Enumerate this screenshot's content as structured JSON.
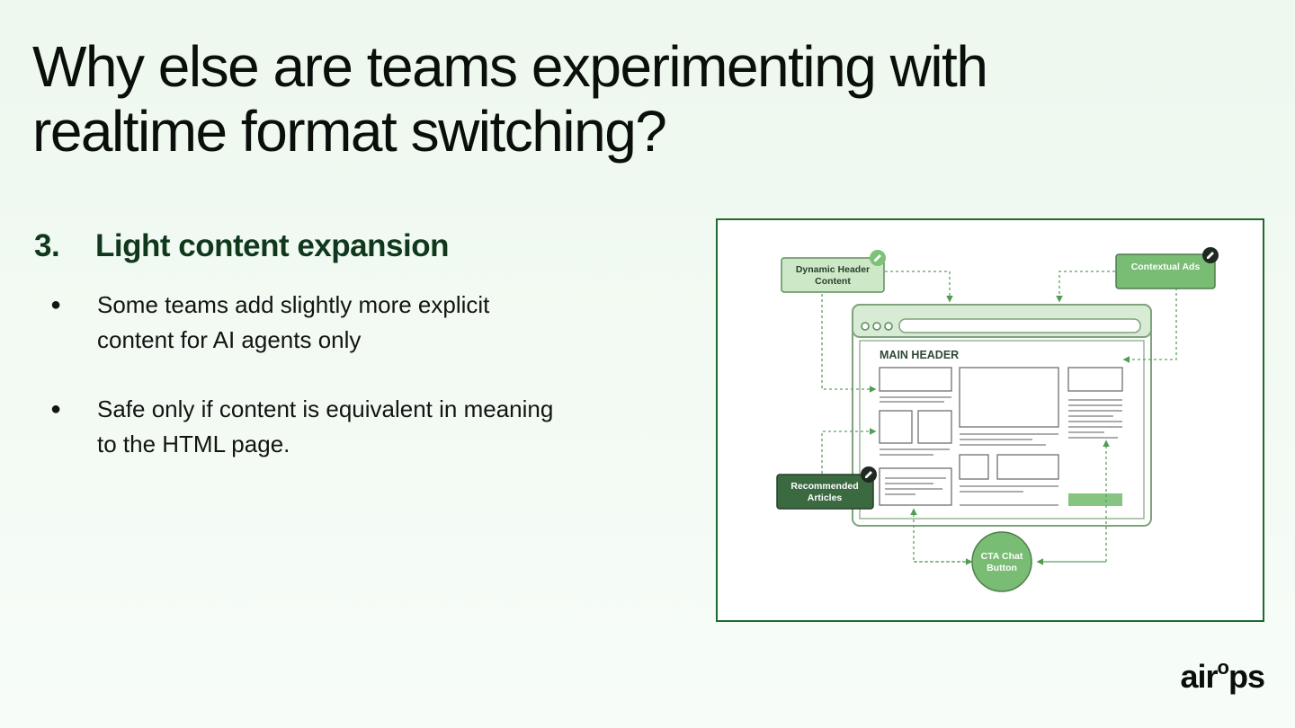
{
  "slide": {
    "title": "Why else are teams experimenting with realtime format switching?",
    "section_number": "3.",
    "section_title": "Light content expansion",
    "bullets": [
      "Some teams add slightly more explicit content for AI agents only",
      "Safe only if content is equivalent in meaning to the HTML page."
    ]
  },
  "diagram": {
    "labels": {
      "dynamic_header_line1": "Dynamic Header",
      "dynamic_header_line2": "Content",
      "contextual_ads": "Contextual Ads",
      "recommended_line1": "Recommended",
      "recommended_line2": "Articles",
      "cta_line1": "CTA Chat",
      "cta_line2": "Button",
      "main_header": "MAIN HEADER"
    },
    "icons": [
      "pencil-icon",
      "bullet-dot-icon"
    ],
    "colors": {
      "frame": "#1d6b2e",
      "light_green": "#bfe2b8",
      "mid_green": "#6fba6a",
      "dark_green": "#2f5a36",
      "line_gray": "#777777"
    }
  },
  "brand": {
    "logo_text_prefix": "air",
    "logo_text_super": "o",
    "logo_text_suffix": "ps"
  }
}
